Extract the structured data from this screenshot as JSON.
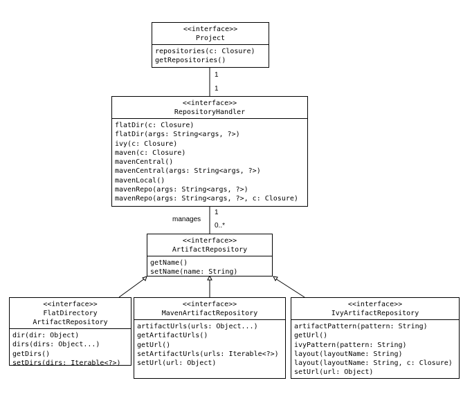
{
  "project": {
    "stereotype": "<<interface>>",
    "name": "Project",
    "methods": [
      "repositories(c: Closure)",
      "getRepositories()"
    ]
  },
  "repository_handler": {
    "stereotype": "<<interface>>",
    "name": "RepositoryHandler",
    "methods": [
      "flatDir(c: Closure)",
      "flatDir(args: String<args, ?>)",
      "ivy(c: Closure)",
      "maven(c: Closure)",
      "mavenCentral()",
      "mavenCentral(args: String<args, ?>)",
      "mavenLocal()",
      "mavenRepo(args: String<args, ?>)",
      "mavenRepo(args: String<args, ?>, c: Closure)"
    ]
  },
  "artifact_repository": {
    "stereotype": "<<interface>>",
    "name": "ArtifactRepository",
    "methods": [
      "getName()",
      "setName(name: String)"
    ]
  },
  "flat_directory_repository": {
    "stereotype": "<<interface>>",
    "name_line1": "FlatDirectory",
    "name_line2": "ArtifactRepository",
    "methods": [
      "dir(dir: Object)",
      "dirs(dirs: Object...)",
      "getDirs()",
      "setDirs(dirs: Iterable<?>)"
    ]
  },
  "maven_repository": {
    "stereotype": "<<interface>>",
    "name": "MavenArtifactRepository",
    "methods": [
      "artifactUrls(urls: Object...)",
      "getArtifactUrls()",
      "getUrl()",
      "setArtifactUrls(urls: Iterable<?>)",
      "setUrl(url: Object)"
    ]
  },
  "ivy_repository": {
    "stereotype": "<<interface>>",
    "name": "IvyArtifactRepository",
    "methods": [
      "artifactPattern(pattern: String)",
      "getUrl()",
      "ivyPattern(pattern: String)",
      "layout(layoutName: String)",
      "layout(layoutName: String, c: Closure)",
      "setUrl(url: Object)"
    ]
  },
  "associations": {
    "project_handler": {
      "mult_project": "1",
      "mult_handler": "1"
    },
    "handler_repository": {
      "role": "manages",
      "mult_handler": "1",
      "mult_repository": "0..*"
    }
  }
}
